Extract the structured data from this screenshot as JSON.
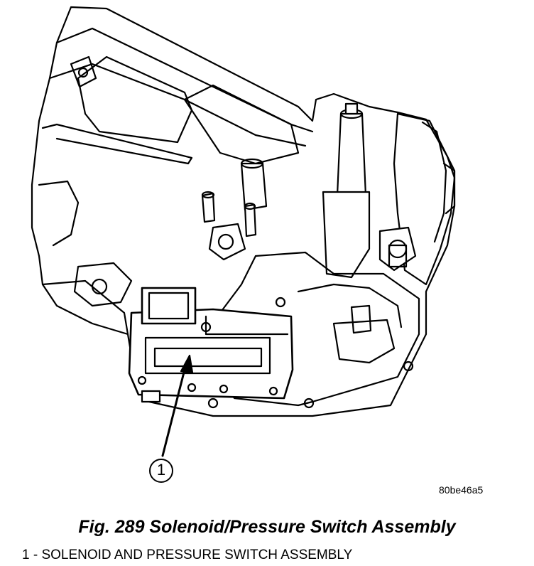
{
  "figure": {
    "callout_label": "1",
    "image_id": "80be46a5",
    "caption": "Fig. 289 Solenoid/Pressure Switch Assembly",
    "legend": [
      {
        "number": "1",
        "text": "1 - SOLENOID AND PRESSURE SWITCH ASSEMBLY"
      }
    ]
  }
}
